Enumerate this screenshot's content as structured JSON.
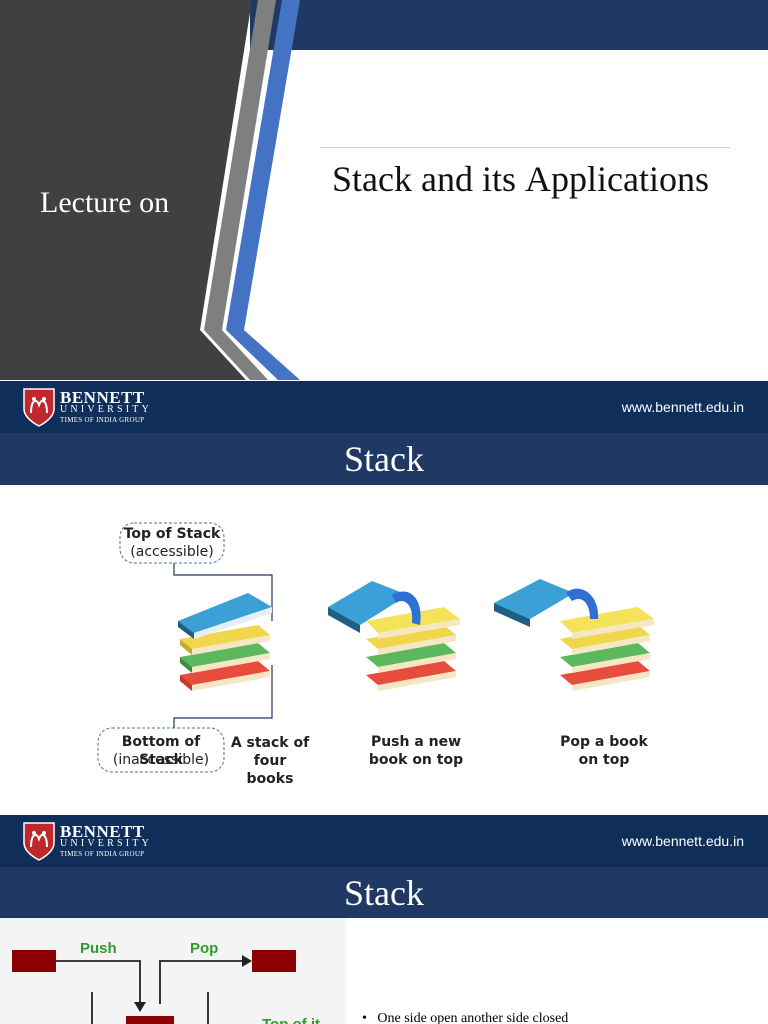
{
  "slide1": {
    "lecture_label": "Lecture on",
    "title_words": [
      "Stack",
      "and",
      "its",
      "Applications"
    ]
  },
  "footer": {
    "brand": "BENNETT",
    "sub": "UNIVERSITY",
    "group": "TIMES OF INDIA GROUP",
    "url": "www.bennett.edu.in"
  },
  "slide2": {
    "title": "Stack",
    "top_label_line1": "Top of Stack",
    "top_label_line2": "(accessible)",
    "bottom_label_line1": "Bottom of Stack",
    "bottom_label_line2": "(inaccessible)",
    "caption1_line1": "A stack of",
    "caption1_line2": "four books",
    "caption2_line1": "Push a new",
    "caption2_line2": "book on top",
    "caption3_line1": "Pop a book",
    "caption3_line2": "on top"
  },
  "slide3": {
    "title": "Stack",
    "push_label": "Push",
    "pop_label": "Pop",
    "partial_label": "Top of it",
    "bullet": "One side open another side closed"
  },
  "colors": {
    "dark_panel": "#404040",
    "navy": "#0f2f5a",
    "title_bar": "#1f3864",
    "accent_blue": "#4472c4",
    "crimson": "#8b0000",
    "green_label": "#2e9b2e"
  }
}
